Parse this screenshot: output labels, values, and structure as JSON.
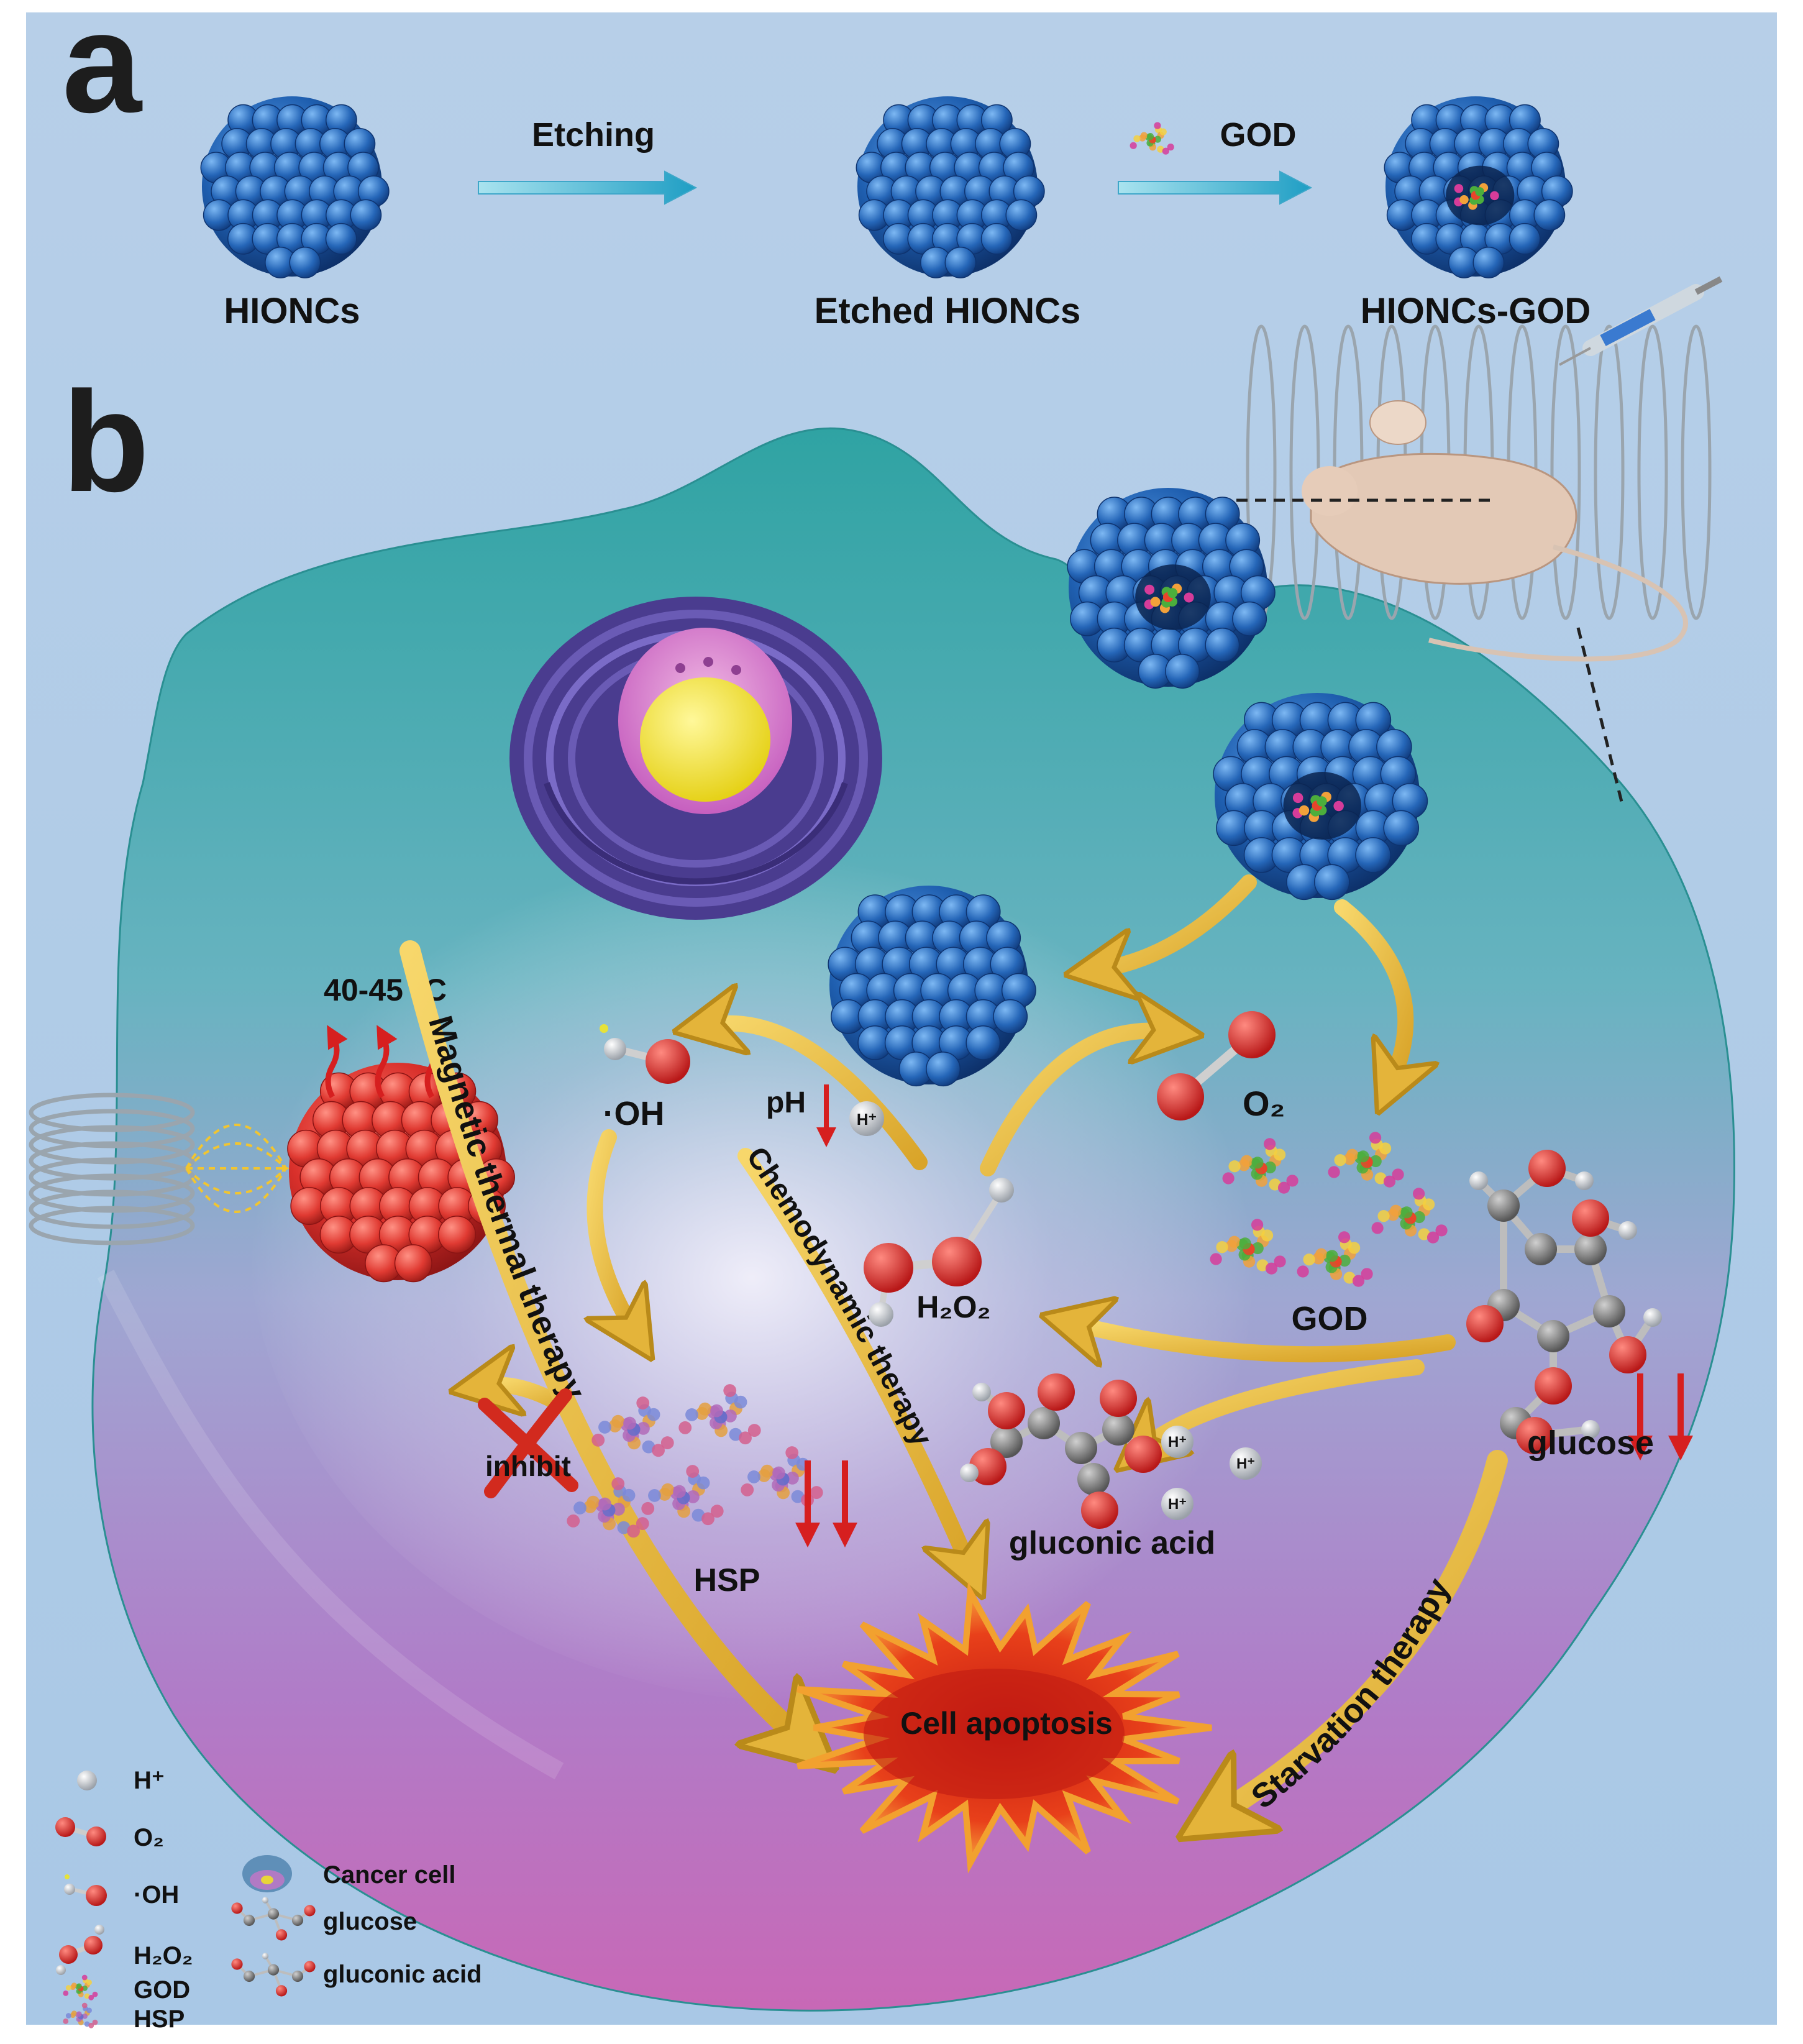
{
  "panel_a": {
    "letter": "a",
    "step1_label": "HIONCs",
    "arrow1_label": "Etching",
    "step2_label": "Etched HIONCs",
    "arrow2_label": "GOD",
    "step3_label": "HIONCs-GOD"
  },
  "panel_b": {
    "letter": "b",
    "temperature": "40-45 °C",
    "oh_label": "·OH",
    "ph_label": "pH",
    "h_plus": "H⁺",
    "o2_label": "O₂",
    "h2o2_label": "H₂O₂",
    "god_label": "GOD",
    "glucose_label": "glucose",
    "gluconic_label": "gluconic acid",
    "hsp_label": "HSP",
    "inhibit_label": "inhibit",
    "chemodynamic": "Chemodynamic therapy",
    "magnetic": "Magnetic thermal therapy",
    "starvation": "Starvation therapy",
    "apoptosis": "Cell apoptosis"
  },
  "legend": {
    "h_plus": "H⁺",
    "o2": "O₂",
    "oh": "·OH",
    "h2o2": "H₂O₂",
    "god": "GOD",
    "hsp": "HSP",
    "cancer_cell": "Cancer cell",
    "glucose": "glucose",
    "gluconic_acid": "gluconic acid"
  },
  "colors": {
    "background": "#b3cde8",
    "nanoparticle": "#1f5fb0",
    "heated_particle": "#d9302b",
    "arrow_gold": "#e8b93a",
    "cell_top": "#3aa9a8",
    "cell_bottom": "#c06bb8",
    "apoptosis": "#e23a1c",
    "red_arrow": "#d61f1f"
  }
}
